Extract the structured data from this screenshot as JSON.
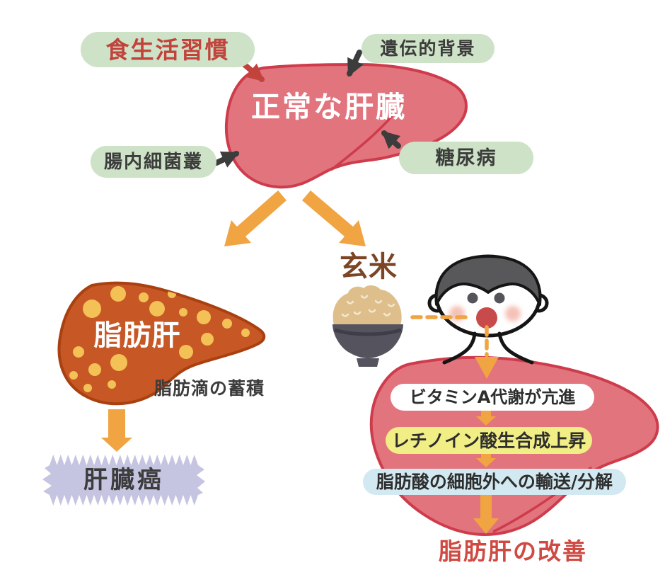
{
  "top": {
    "liver_label": "正常な肝臓",
    "factors": [
      {
        "id": "diet",
        "label": "食生活習慣"
      },
      {
        "id": "genetic",
        "label": "遺伝的背景"
      },
      {
        "id": "gut",
        "label": "腸内細菌叢"
      },
      {
        "id": "diabetes",
        "label": "糖尿病"
      }
    ]
  },
  "left_branch": {
    "liver_label": "脂肪肝",
    "caption": "脂肪滴の蓄積",
    "outcome": "肝臓癌"
  },
  "right_branch": {
    "food_label": "玄米",
    "steps": [
      {
        "label": "ビタミンA代謝が亢進",
        "bg": "#ffffff"
      },
      {
        "label": "レチノイン酸生合成上昇",
        "bg": "#f1ee85"
      },
      {
        "label": "脂肪酸の細胞外への輸送/分解",
        "bg": "#d2e9f1"
      }
    ],
    "outcome": "脂肪肝の改善"
  },
  "colors": {
    "background": "#ffffff",
    "factor_pill_bg": "#cde2c6",
    "factor_text": "#3d3c3c",
    "diet_text": "#c2423c",
    "liver_fill": "#e2747e",
    "liver_stroke": "#ce3c4c",
    "fatty_liver_fill": "#c75724",
    "fatty_liver_stroke": "#a8400f",
    "fat_droplet": "#f3c156",
    "arrow_orange": "#f0a442",
    "cancer_bubble": "#c6c5e1",
    "genmai_text": "#7b4526",
    "improvement_text": "#cf4a42"
  }
}
